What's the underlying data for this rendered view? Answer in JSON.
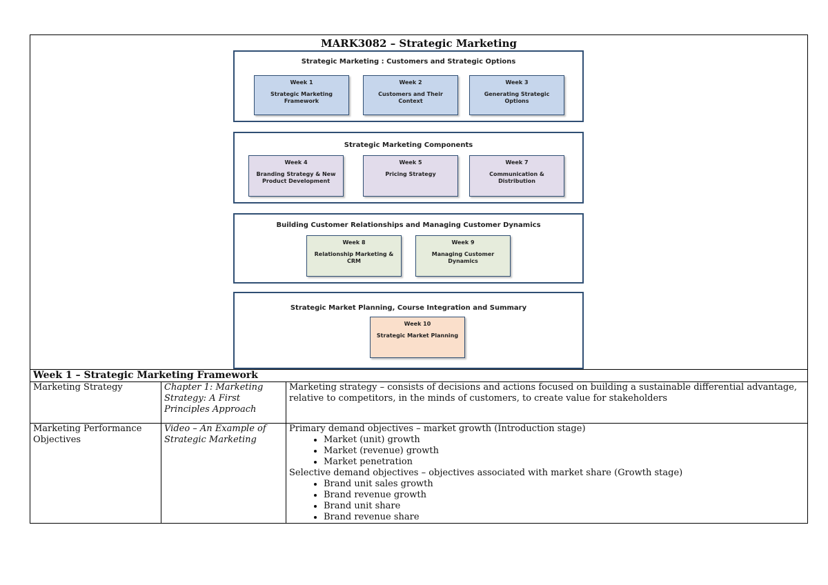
{
  "title": "MARK3082 – Strategic Marketing",
  "groups": [
    {
      "title": "Strategic Marketing : Customers and Strategic Options",
      "weeks": [
        {
          "label": "Week 1",
          "topic": "Strategic Marketing Framework"
        },
        {
          "label": "Week 2",
          "topic": "Customers and Their Context"
        },
        {
          "label": "Week 3",
          "topic": "Generating Strategic Options"
        }
      ]
    },
    {
      "title": "Strategic Marketing Components",
      "weeks": [
        {
          "label": "Week 4",
          "topic": "Branding Strategy & New Product Development"
        },
        {
          "label": "Week 5",
          "topic": "Pricing Strategy"
        },
        {
          "label": "Week 7",
          "topic": "Communication & Distribution"
        }
      ]
    },
    {
      "title": "Building Customer Relationships and Managing Customer Dynamics",
      "weeks": [
        {
          "label": "Week 8",
          "topic": "Relationship Marketing & CRM"
        },
        {
          "label": "Week 9",
          "topic": "Managing Customer Dynamics"
        }
      ]
    },
    {
      "title": "Strategic Market Planning, Course Integration and Summary",
      "weeks": [
        {
          "label": "Week 10",
          "topic": "Strategic Market Planning"
        }
      ]
    }
  ],
  "colors": {
    "border": "#2f4e73",
    "blue": "#c6d6ec",
    "lilac": "#e2dceb",
    "green": "#e6ecdc",
    "peach": "#fadfcb"
  },
  "section": "Week 1 – Strategic Marketing Framework",
  "rows": [
    {
      "topic": "Marketing Strategy",
      "reading": "Chapter 1: Marketing Strategy: A First Principles Approach",
      "content": "Marketing strategy – consists of decisions and actions focused on building a sustainable differential advantage, relative to competitors, in the minds of customers, to create value for stakeholders"
    },
    {
      "topic": "Marketing Performance Objectives",
      "reading": "Video – An Example of Strategic Marketing",
      "primary_heading": "Primary demand objectives – market growth (Introduction stage)",
      "primary_items": [
        "Market (unit) growth",
        "Market (revenue) growth",
        "Market penetration"
      ],
      "selective_heading": "Selective demand objectives – objectives associated with market share (Growth stage)",
      "selective_items": [
        "Brand unit sales growth",
        "Brand revenue growth",
        "Brand unit share",
        "Brand revenue share"
      ]
    }
  ]
}
